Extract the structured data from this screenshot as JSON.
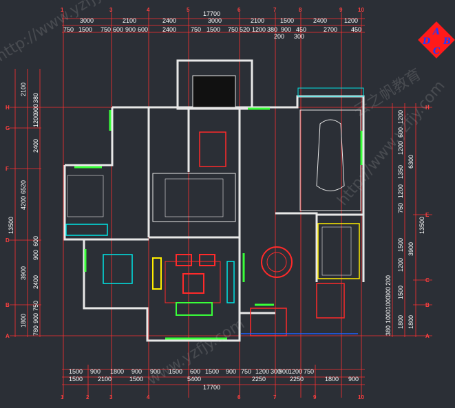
{
  "drawing": {
    "overall_width_top": "17700",
    "overall_width_bottom": "17700",
    "top_row1": [
      "3000",
      "2100",
      "2400",
      "3000",
      "2100",
      "1500",
      "2400",
      "1200"
    ],
    "top_row2": [
      "750",
      "1500",
      "750",
      "600",
      "900",
      "600",
      "2400",
      "750",
      "1500",
      "750",
      "520",
      "1200",
      "380",
      "900",
      "450",
      "2700",
      "450"
    ],
    "top_row3": [
      "200",
      "300"
    ],
    "bottom_row1": [
      "1500",
      "900",
      "1800",
      "900",
      "900",
      "1500",
      "600",
      "1500",
      "900",
      "750",
      "1200",
      "300",
      "900",
      "1200",
      "750"
    ],
    "bottom_row2": [
      "1500",
      "2100",
      "1500",
      "5400",
      "2250",
      "2250",
      "1800",
      "900"
    ],
    "left_outer": [
      "13500"
    ],
    "left_mid": [
      "2100",
      "6520",
      "4200",
      "3900",
      "1800"
    ],
    "left_inner": [
      "1200",
      "900",
      "380",
      "2400",
      "900",
      "600",
      "2400",
      "780",
      "900",
      "750"
    ],
    "right_outer": [
      "6300",
      "13500",
      "3900",
      "1800"
    ],
    "right_inner": [
      "1200",
      "600",
      "1200",
      "1350",
      "1200",
      "750",
      "1500",
      "1200",
      "1500",
      "1800",
      "380",
      "1000",
      "1000",
      "300",
      "200"
    ],
    "top_axes": [
      "1",
      "3",
      "4",
      "5",
      "6",
      "7",
      "8",
      "9",
      "10"
    ],
    "bottom_axes": [
      "1",
      "2",
      "3",
      "4",
      "6",
      "7",
      "9",
      "10"
    ],
    "left_axes": [
      "H",
      "G",
      "F",
      "D",
      "B",
      "A"
    ],
    "right_axes": [
      "H",
      "E",
      "C",
      "B",
      "A"
    ],
    "logo_letters": [
      "A",
      "B",
      "C",
      "D"
    ]
  },
  "watermarks": [
    "http://www.yzfjy.com",
    "云之帆教育",
    "www.yzfjy.com",
    "http://www.yzfjy.com"
  ]
}
